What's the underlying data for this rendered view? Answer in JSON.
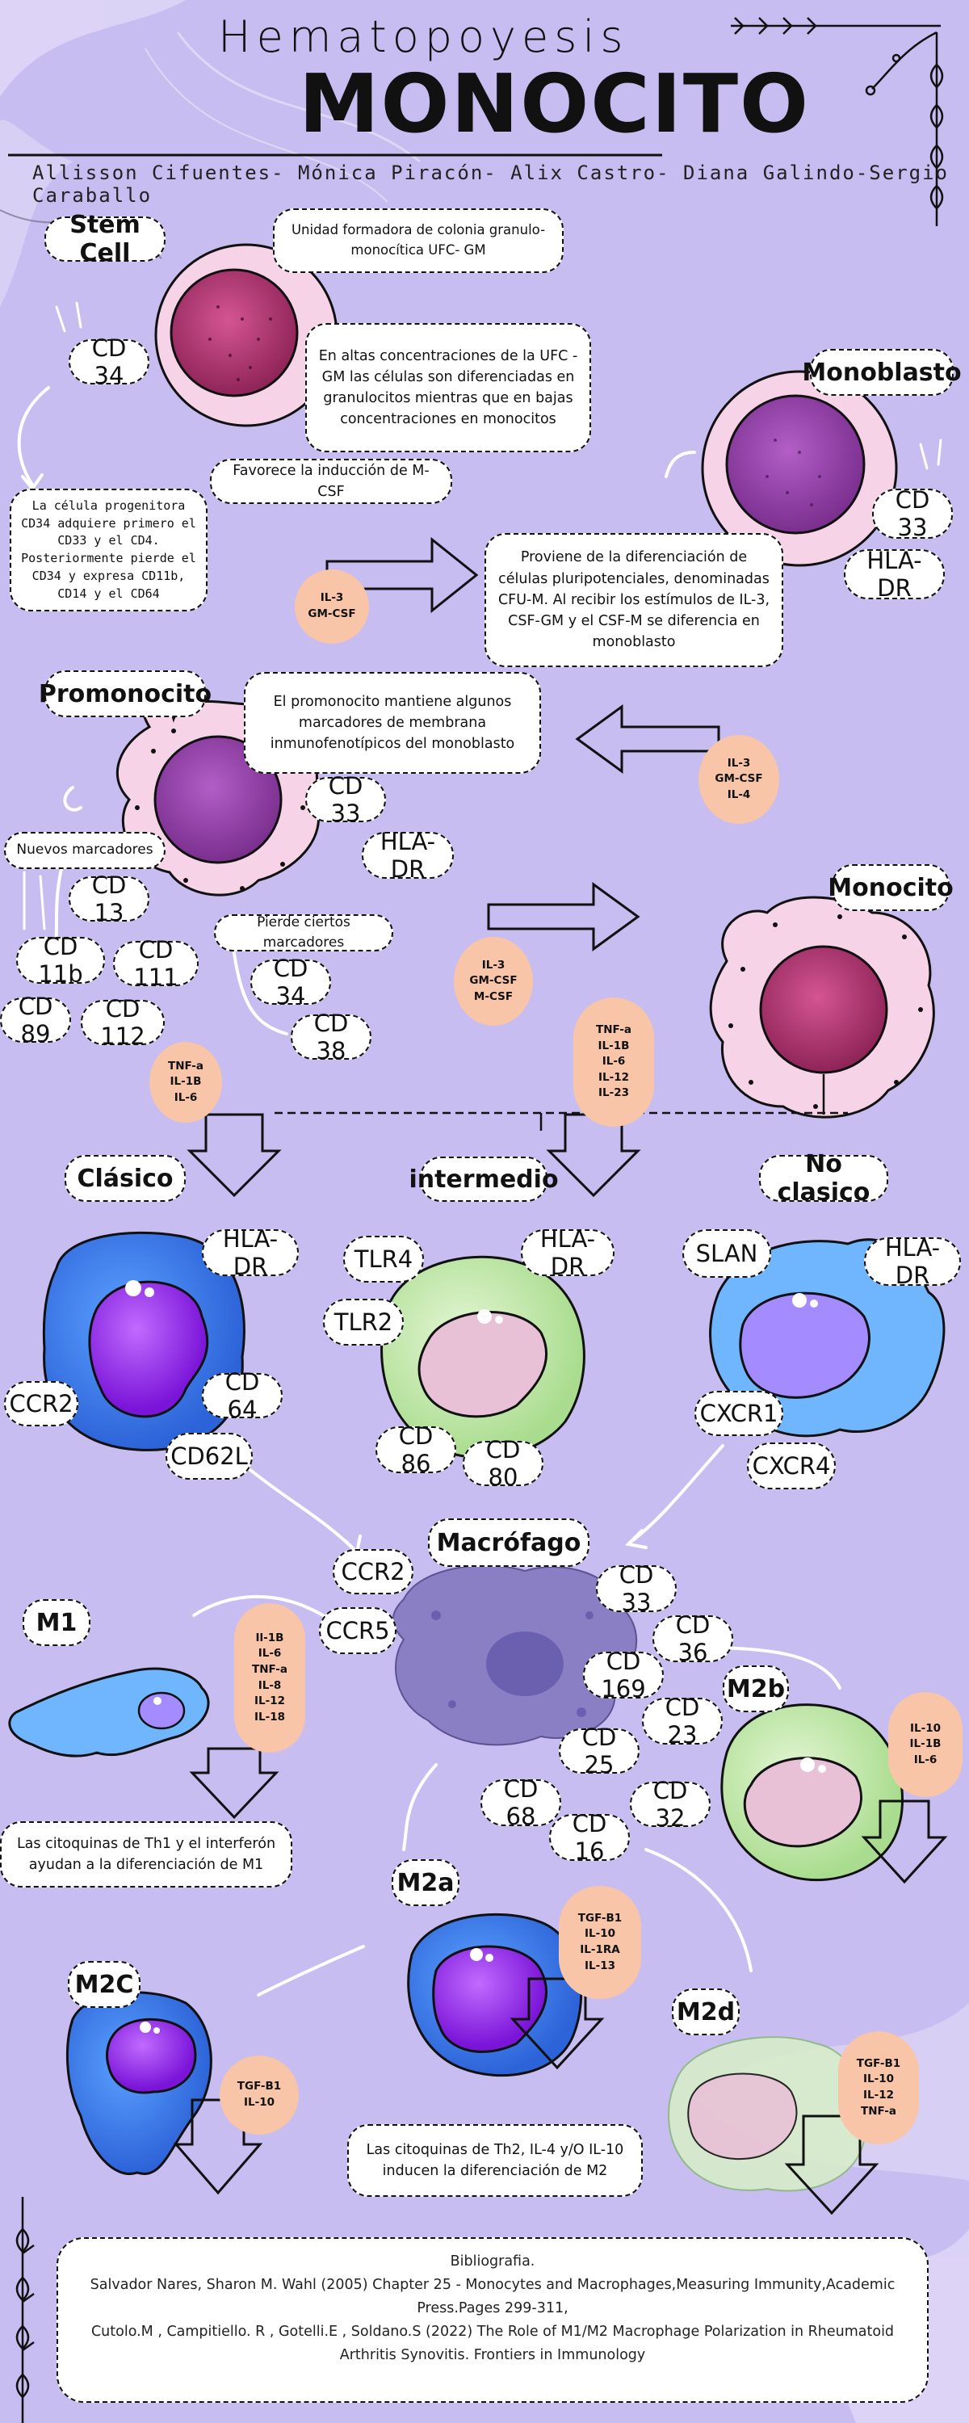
{
  "header": {
    "title_top": "Hematopoyesis",
    "title_main": "MONOCITO",
    "authors": "Allisson Cifuentes- Mónica Piracón- Alix Castro- Diana Galindo-Sergio Caraballo"
  },
  "stages": {
    "stem_cell": "Stem Cell",
    "monoblasto": "Monoblasto",
    "promonocito": "Promonocito",
    "monocito": "Monocito",
    "clasico": "Clásico",
    "intermedio": "intermedio",
    "no_clasico": "No clasico",
    "macrofago": "Macrófago",
    "m1": "M1",
    "m2a": "M2a",
    "m2b": "M2b",
    "m2c": "M2C",
    "m2d": "M2d"
  },
  "boxes": {
    "ufc": "Unidad formadora de colonia granulo-monocítica UFC- GM",
    "altas_conc": "En altas concentraciones de la UFC -GM las células son diferenciadas en granulocitos mientras que en bajas concentraciones en monocitos",
    "mcsf": "Favorece la inducción de M-CSF",
    "progenitora": "La célula progenitora CD34 adquiere primero el CD33 y el CD4. Posteriormente pierde el CD34 y expresa CD11b, CD14 y el CD64",
    "monoblasto_desc": "Proviene de la diferenciación de células pluripotenciales, denominadas CFU-M. Al recibir los estímulos de IL-3, CSF-GM y el CSF-M se diferencia en monoblasto",
    "promonocito_desc": "El promonocito mantiene algunos marcadores de membrana inmunofenotípicos del monoblasto",
    "nuevos": "Nuevos marcadores",
    "pierde": "Pierde ciertos marcadores",
    "th1": "Las citoquinas de Th1 y el interferón ayudan a la diferenciación de M1",
    "th2": "Las citoquinas de Th2, IL-4 y/O IL-10 inducen la diferenciación de M2"
  },
  "markers": {
    "stem_cd34": "CD 34",
    "mb_cd33": "CD 33",
    "mb_hladr": "HLA-DR",
    "pm_cd33": "CD 33",
    "pm_hladr": "HLA-DR",
    "pm_cd13": "CD 13",
    "pm_cd11b": "CD 11b",
    "pm_cd111": "CD 111",
    "pm_cd89": "CD 89",
    "pm_cd112": "CD 112",
    "pm_cd34": "CD 34",
    "pm_cd38": "CD 38",
    "cl_hladr": "HLA-DR",
    "cl_ccr2": "CCR2",
    "cl_cd64": "CD 64",
    "cl_cd62l": "CD62L",
    "in_tlr4": "TLR4",
    "in_hladr": "HLA-DR",
    "in_tlr2": "TLR2",
    "in_cd86": "CD 86",
    "in_cd80": "CD 80",
    "nc_slan": "SLAN",
    "nc_hladr": "HLA-DR",
    "nc_cxcr1": "CXCR1",
    "nc_cxcr4": "CXCR4",
    "mac_ccr2": "CCR2",
    "mac_ccr5": "CCR5",
    "mac_cd33": "CD 33",
    "mac_cd36": "CD 36",
    "mac_cd169": "CD 169",
    "mac_cd23": "CD 23",
    "mac_cd25": "CD 25",
    "mac_cd68": "CD 68",
    "mac_cd32": "CD 32",
    "mac_cd16": "CD 16"
  },
  "cytokines": {
    "c1": [
      "IL-3",
      "GM-CSF"
    ],
    "c2": [
      "IL-3",
      "GM-CSF",
      "IL-4"
    ],
    "c3": [
      "IL-3",
      "GM-CSF",
      "M-CSF"
    ],
    "c4": [
      "TNF-a",
      "IL-1B",
      "IL-6",
      "IL-12",
      "IL-23"
    ],
    "c5": [
      "TNF-a",
      "IL-1B",
      "IL-6"
    ],
    "c6": [
      "Il-1B",
      "IL-6",
      "TNF-a",
      "IL-8",
      "IL-12",
      "IL-18"
    ],
    "c7": [
      "IL-10",
      "IL-1B",
      "IL-6"
    ],
    "c8": [
      "TGF-B1",
      "IL-10",
      "IL-1RA",
      "IL-13"
    ],
    "c9": [
      "TGF-B1",
      "IL-10"
    ],
    "c10": [
      "TGF-B1",
      "IL-10",
      "IL-12",
      "TNF-a"
    ]
  },
  "bibliography": {
    "heading": "Bibliografia.",
    "ref1": "Salvador Nares, Sharon M. Wahl (2005) Chapter 25 - Monocytes and Macrophages,Measuring Immunity,Academic Press.Pages 299-311,",
    "ref2": "Cutolo.M , Campitiello. R , Gotelli.E , Soldano.S (2022) The Role of M1/M2 Macrophage Polarization in Rheumatoid Arthritis Synovitis. Frontiers in Immunology"
  },
  "colors": {
    "background": "#c7bdf0",
    "cytokine_fill": "#f8c5a8",
    "nucleus": "#a8326e",
    "macrophage": "#8a7fc4"
  }
}
